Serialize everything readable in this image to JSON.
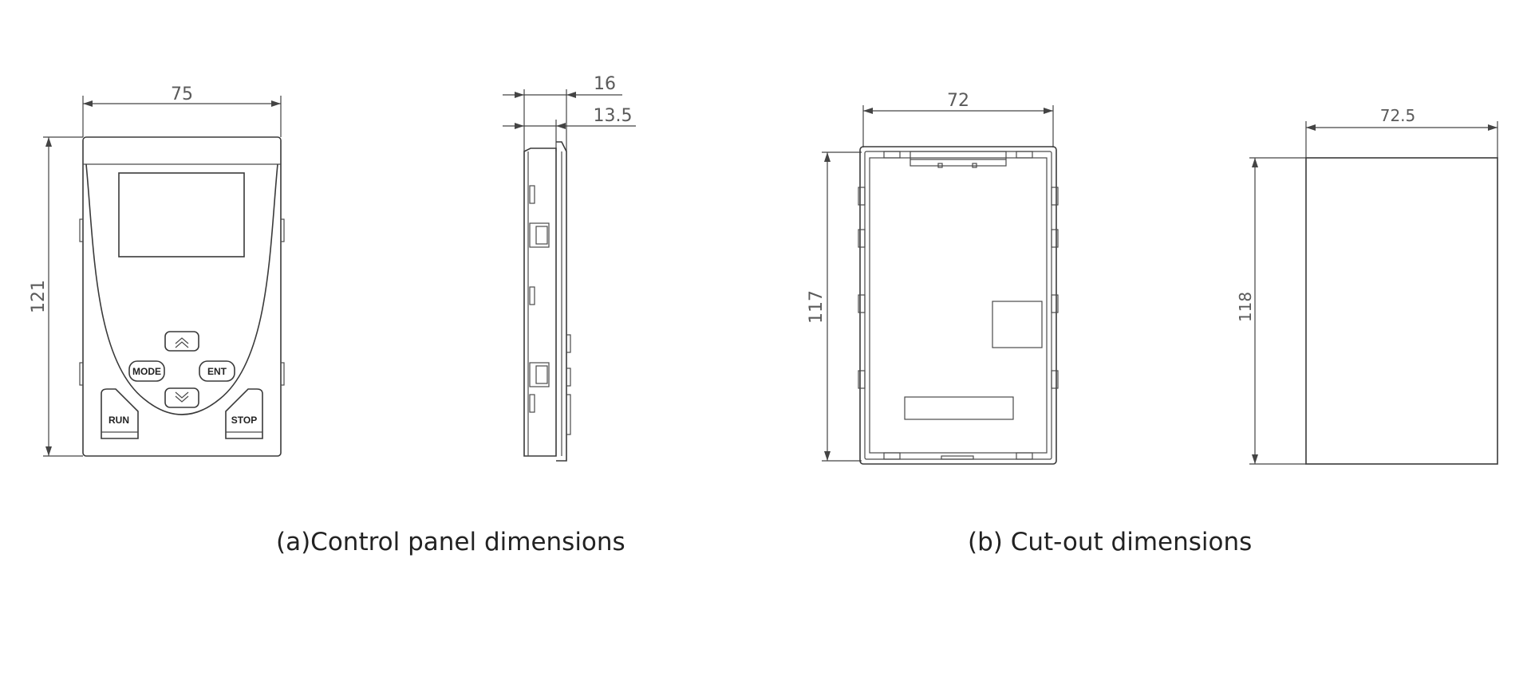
{
  "panel": {
    "width_dim": "75",
    "height_dim": "121",
    "keys": {
      "mode": "MODE",
      "ent": "ENT",
      "run": "RUN",
      "stop": "STOP"
    }
  },
  "side_view": {
    "depth_dim": "16",
    "inner_depth_dim": "13.5"
  },
  "rear_view": {
    "width_dim": "72",
    "height_dim": "117"
  },
  "cutout": {
    "width_dim": "72.5",
    "height_dim": "118"
  },
  "captions": {
    "a": "(a)Control panel dimensions",
    "b": "(b) Cut-out dimensions"
  }
}
